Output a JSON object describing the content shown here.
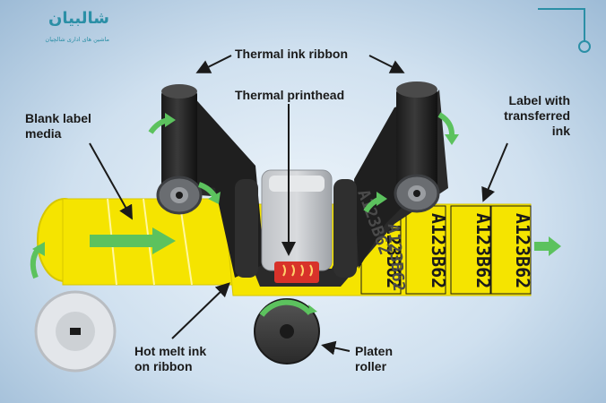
{
  "logo": {
    "brand": "شالبیان",
    "tagline": "ماشین های اداری شالچیان"
  },
  "labels": {
    "ribbon": "Thermal ink ribbon",
    "printhead": "Thermal printhead",
    "blank_line1": "Blank label",
    "blank_line2": "media",
    "transferred_line1": "Label with",
    "transferred_line2": "transferred",
    "transferred_line3": "ink",
    "hotmelt_line1": "Hot melt ink",
    "hotmelt_line2": "on ribbon",
    "platen_line1": "Platen",
    "platen_line2": "roller"
  },
  "printed_code": "A123B62",
  "colors": {
    "label_yellow": "#f5e400",
    "arrow_green": "#5cc25e",
    "ribbon_black": "#222222",
    "accent_teal": "#2b8fa6",
    "heater_red": "#d8322a"
  }
}
